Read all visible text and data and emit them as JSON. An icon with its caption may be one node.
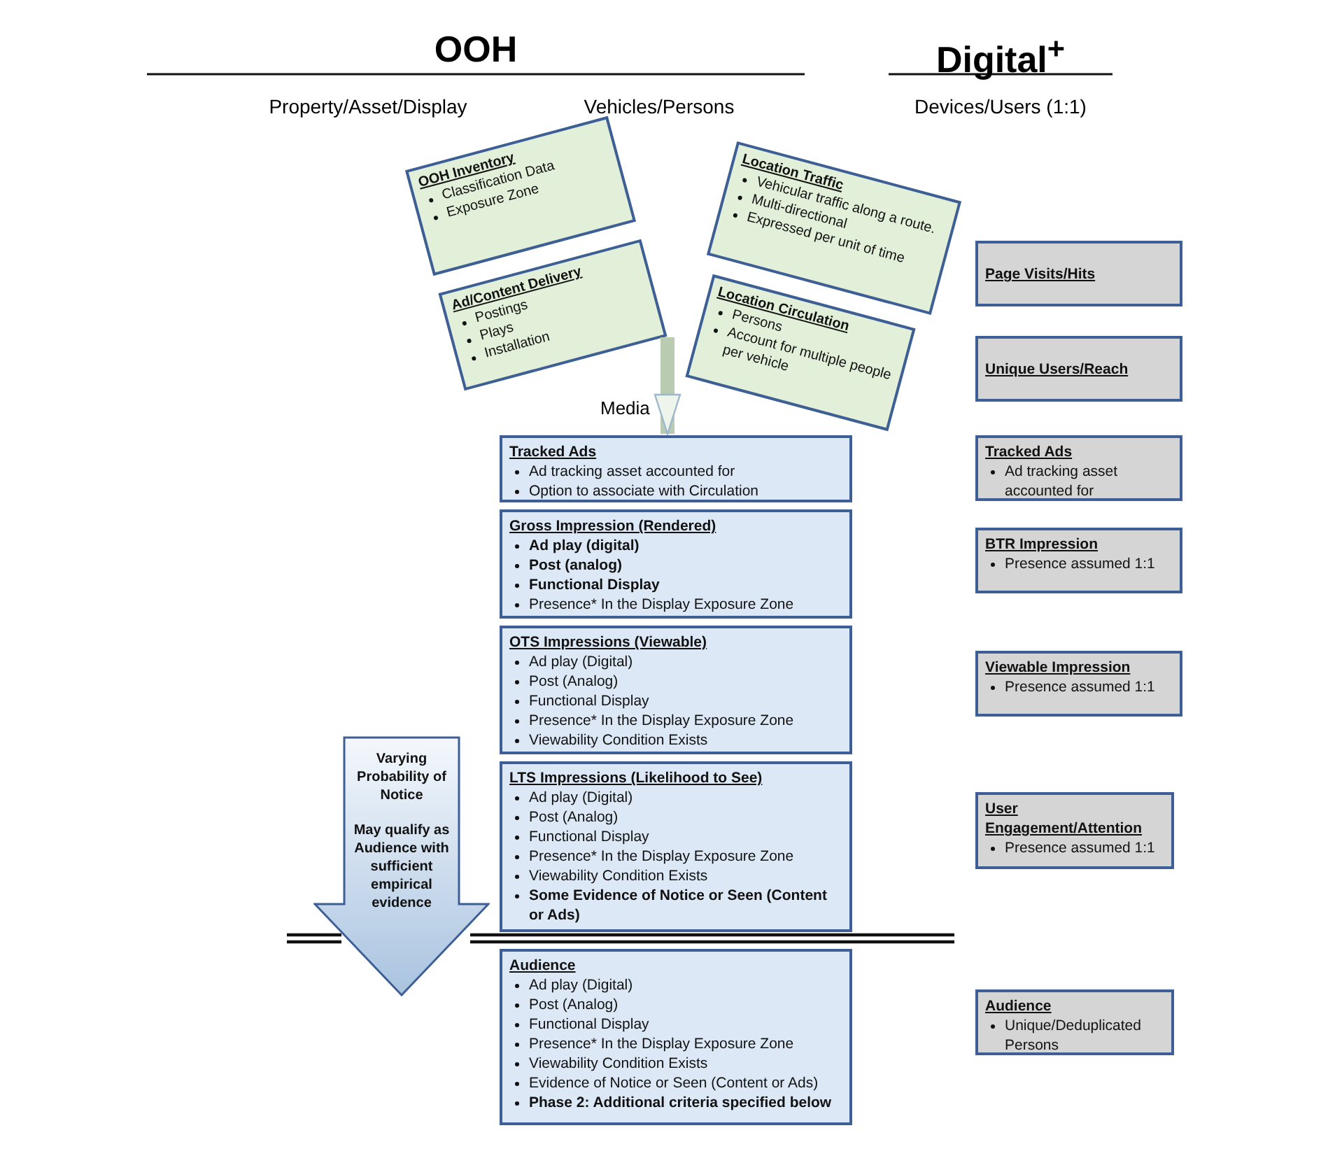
{
  "diagram": {
    "nodes": [
      {
        "text": [
          "OOH Inventory",
          "Classification Data",
          "Exposure Zone"
        ]
      },
      {
        "text": [
          "Ad/Content Delivery",
          "Postings",
          "Plays",
          "Installation"
        ]
      },
      {
        "text": [
          "Location Traffic",
          "Vehicular traffic along a route.",
          "Multi-directional",
          "Expressed per unit of time"
        ]
      },
      {
        "text": [
          "Location Circulation",
          "Persons",
          "Account for multiple people per vehicle"
        ]
      },
      {
        "text": [
          "Tracked Ads",
          "Ad tracking asset accounted for",
          "Option to associate with Circulation"
        ]
      },
      {
        "text": [
          "Gross Impression (Rendered)",
          "Ad play (digital)",
          "Post (analog)",
          "Functional Display",
          "Presence* In the Display Exposure Zone"
        ]
      },
      {
        "text": [
          "OTS Impressions (Viewable)",
          "Ad play (Digital)",
          "Post (Analog)",
          "Functional Display",
          "Presence* In the Display Exposure Zone",
          "Viewability Condition Exists"
        ]
      },
      {
        "text": [
          "LTS Impressions (Likelihood to See)",
          "Ad play (Digital)",
          "Post (Analog)",
          "Functional Display",
          "Presence* In the Display Exposure Zone",
          "Viewability Condition Exists",
          "Some Evidence of Notice or Seen (Content or Ads)"
        ]
      },
      {
        "text": [
          "Audience",
          "Ad play (Digital)",
          "Post (Analog)",
          "Functional Display",
          "Presence* In the Display Exposure Zone",
          "Viewability Condition Exists",
          "Evidence of Notice or Seen (Content or Ads)",
          "Phase 2: Additional criteria specified below"
        ]
      },
      {
        "text": [
          "Varying Probability of Notice",
          "May qualify as Audience with sufficient empirical evidence"
        ]
      },
      {
        "text": [
          "Page Visits/Hits"
        ]
      },
      {
        "text": [
          "Unique Users/Reach"
        ]
      },
      {
        "text": [
          "Tracked Ads",
          "Ad tracking asset accounted for"
        ]
      },
      {
        "text": [
          "BTR Impression",
          "Presence assumed 1:1"
        ]
      },
      {
        "text": [
          "Viewable Impression",
          "Presence assumed 1:1"
        ]
      },
      {
        "text": [
          "User Engagement/Attention",
          "Presence assumed 1:1"
        ]
      },
      {
        "text": [
          "Audience",
          "Unique/Deduplicated Persons"
        ]
      }
    ],
    "edges": [
      {
        "from": 1,
        "to": 4,
        "arrow": "to",
        "label": "Media"
      }
    ],
    "labels": [
      "OOH",
      "Digital$^{+}$",
      "Property/Asset/Display",
      "Vehicles/Persons",
      "Devices/Users (1:1)"
    ]
  }
}
